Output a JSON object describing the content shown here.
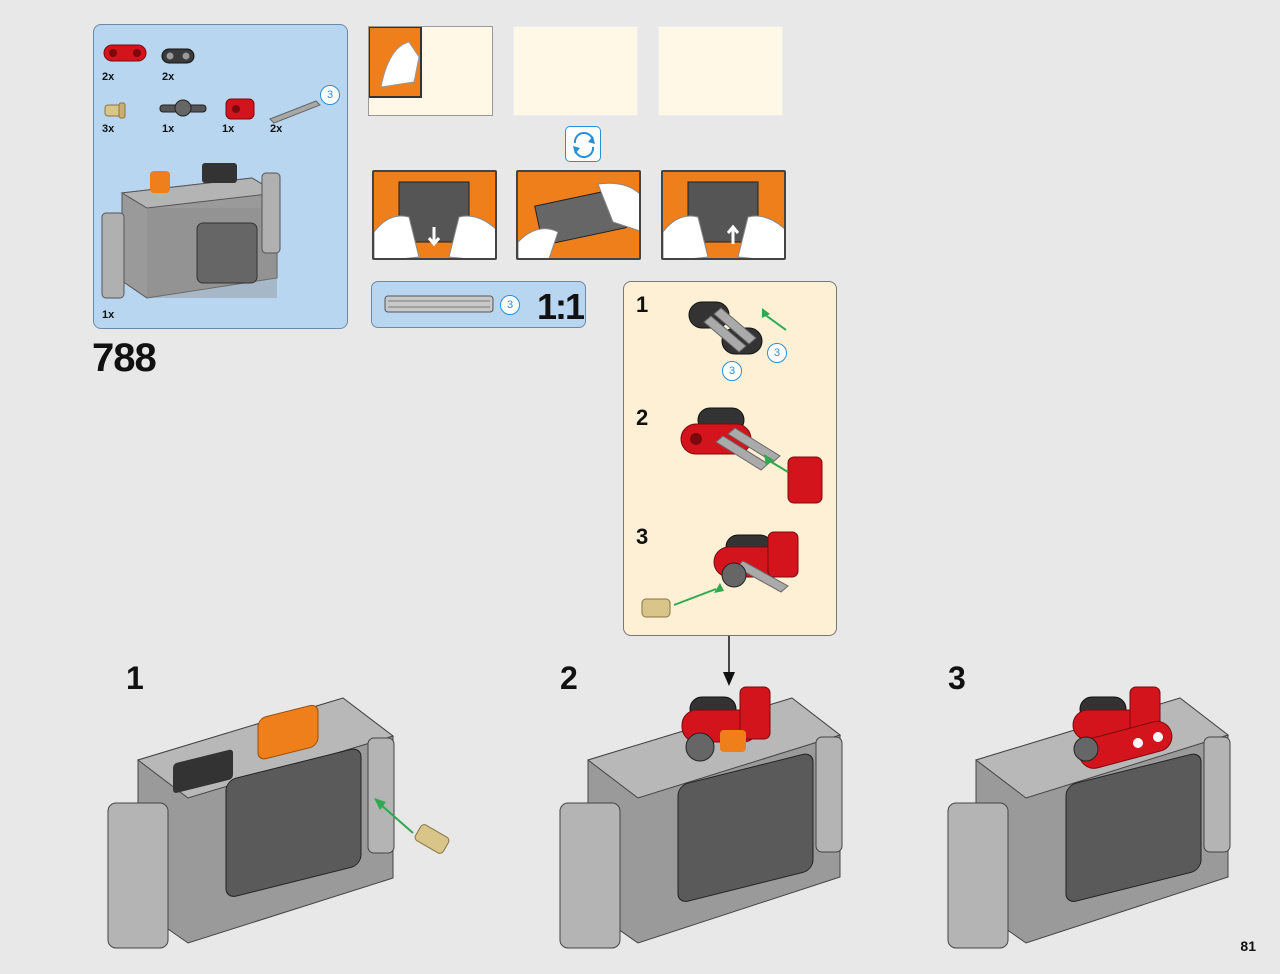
{
  "parts": {
    "items": [
      {
        "name": "red-beam",
        "qty": "2x",
        "color": "#d4141c"
      },
      {
        "name": "black-beam",
        "qty": "2x",
        "color": "#3a3a3a"
      },
      {
        "name": "tan-pin",
        "qty": "3x",
        "color": "#d9c58a"
      },
      {
        "name": "dark-axle-connector",
        "qty": "1x",
        "color": "#555555"
      },
      {
        "name": "red-connector",
        "qty": "1x",
        "color": "#d4141c"
      },
      {
        "name": "grey-axle",
        "qty": "2x",
        "color": "#a8a8a8",
        "length": "3"
      },
      {
        "name": "battery-box",
        "qty": "1x",
        "color": "#8f8f8f"
      }
    ]
  },
  "step": {
    "number": "788"
  },
  "scale": {
    "ratio": "1:1",
    "axle_length": "3"
  },
  "subassembly": {
    "steps": [
      {
        "num": "1",
        "labels": [
          "3",
          "3"
        ]
      },
      {
        "num": "2"
      },
      {
        "num": "3"
      }
    ]
  },
  "main_steps": [
    "1",
    "2",
    "3"
  ],
  "page": {
    "number": "81"
  },
  "colors": {
    "orange": "#ef7f1a",
    "blue_panel": "#b9d6f0",
    "tan_panel": "#fdf0d5",
    "accent_blue": "#2b8fd4",
    "green_arrow": "#2fa84f"
  }
}
